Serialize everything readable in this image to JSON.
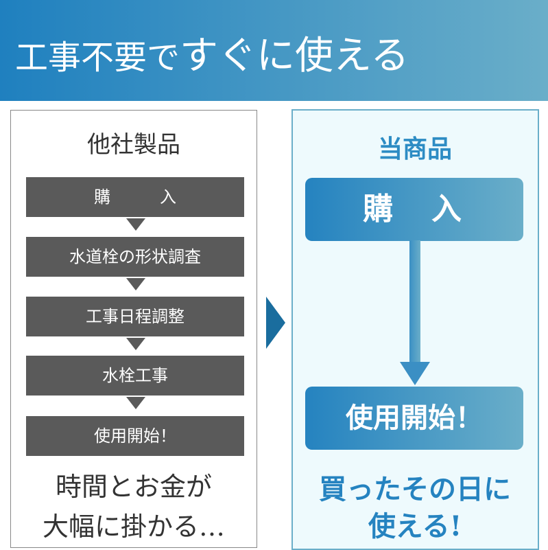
{
  "header": {
    "title_a": "工事不要で",
    "title_b": "すぐに使える"
  },
  "others": {
    "title": "他社製品",
    "steps": [
      "購　　　入",
      "水道栓の形状調査",
      "工事日程調整",
      "水栓工事",
      "使用開始！"
    ],
    "footer_1": "時間とお金が",
    "footer_2": "大幅に掛かる…"
  },
  "ours": {
    "title": "当商品",
    "step1": "購　入",
    "step2": "使用開始！",
    "footer_1": "買ったその日に",
    "footer_2": "使える!"
  },
  "colors": {
    "accent": "#2583c0",
    "dark_step": "#5a5a5a"
  }
}
